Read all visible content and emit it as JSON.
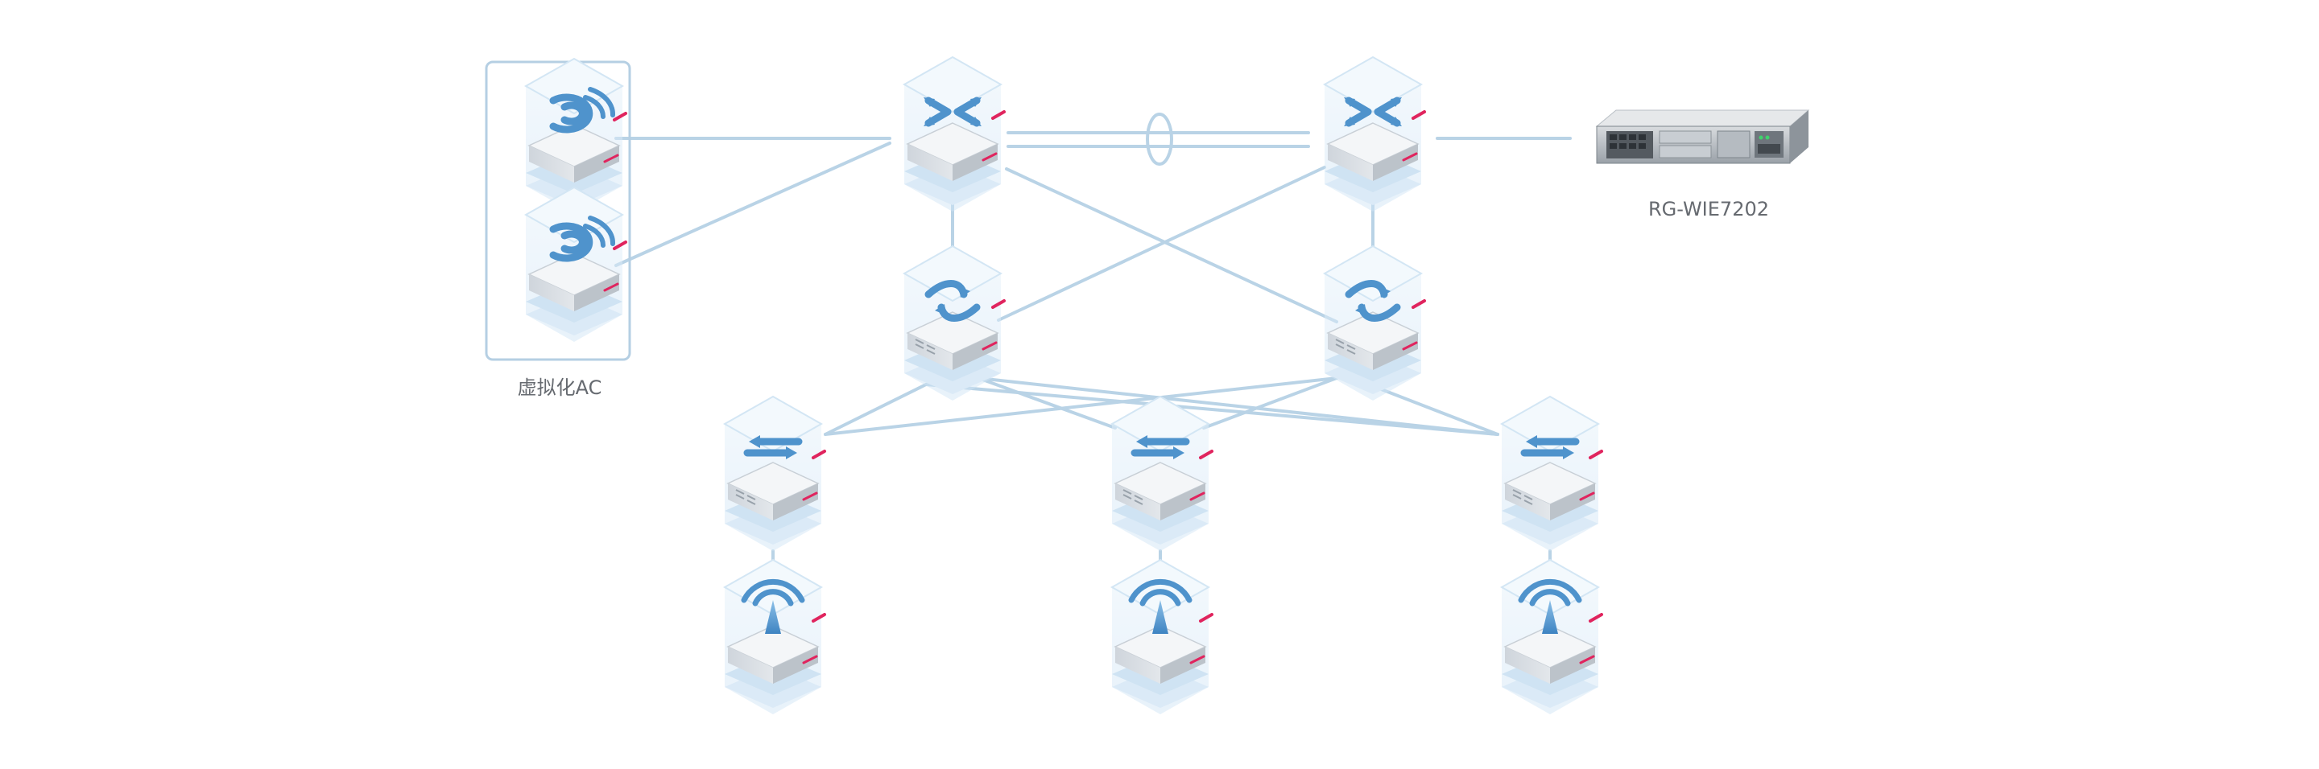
{
  "labels": {
    "virtual_ac": "虚拟化AC",
    "server_model": "RG-WIE7202"
  },
  "devices": [
    {
      "name": "virtual-ac-1",
      "kind": "ac"
    },
    {
      "name": "virtual-ac-2",
      "kind": "ac"
    },
    {
      "name": "core-switch-left",
      "kind": "core"
    },
    {
      "name": "core-switch-right",
      "kind": "core"
    },
    {
      "name": "aggregation-switch-left",
      "kind": "aggregation"
    },
    {
      "name": "aggregation-switch-right",
      "kind": "aggregation"
    },
    {
      "name": "access-switch-1",
      "kind": "access"
    },
    {
      "name": "access-switch-2",
      "kind": "access"
    },
    {
      "name": "access-switch-3",
      "kind": "access"
    },
    {
      "name": "access-point-1",
      "kind": "ap"
    },
    {
      "name": "access-point-2",
      "kind": "ap"
    },
    {
      "name": "access-point-3",
      "kind": "ap"
    },
    {
      "name": "server-rg-wie7202",
      "kind": "server"
    }
  ],
  "colors": {
    "link": "#b9d3e6",
    "frame": "#b5cfe3",
    "glow": "#dcecf8",
    "device_top": "#f4f6f8",
    "device_side": "#d4d9df",
    "icon_blue": "#4f93cc",
    "accent_red": "#e0245e",
    "label_text": "#666a70"
  }
}
